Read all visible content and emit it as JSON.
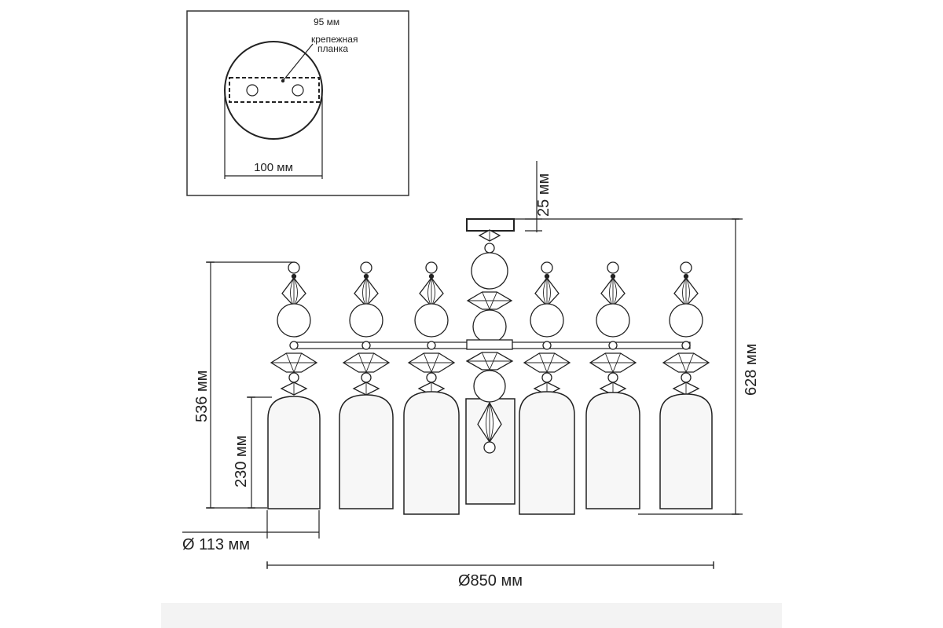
{
  "inset": {
    "plate_width_label": "95 мм",
    "plate_name_line1": "крепежная",
    "plate_name_line2": "планка",
    "canopy_diameter_label": "100 мм"
  },
  "dimensions": {
    "canopy_height": "25 мм",
    "total_height": "628 мм",
    "body_height": "536 мм",
    "shade_height": "230 мм",
    "shade_diameter": "Ø 113 мм",
    "overall_diameter": "Ø850 мм"
  }
}
